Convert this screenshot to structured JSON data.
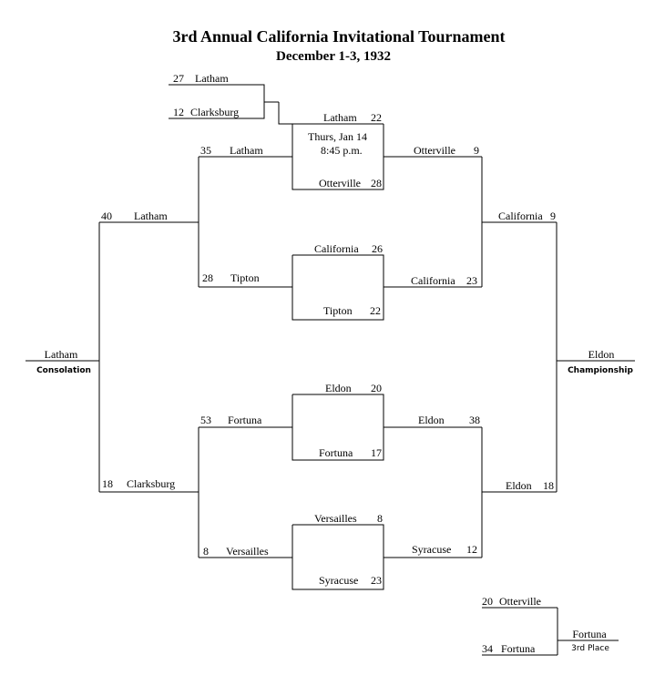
{
  "title": "3rd Annual California Invitational Tournament",
  "subtitle": "December 1-3, 1932",
  "note_game_time_1": "Thurs, Jan 14",
  "note_game_time_2": "8:45 p.m.",
  "labels": {
    "consolation": "Consolation",
    "championship": "Championship",
    "third_place": "3rd Place"
  },
  "play_in": {
    "team1": "Latham",
    "score1": "27",
    "team2": "Clarksburg",
    "score2": "12"
  },
  "first_round": [
    {
      "team1": "Latham",
      "score1": "22",
      "team2": "Otterville",
      "score2": "28"
    },
    {
      "team1": "California",
      "score1": "26",
      "team2": "Tipton",
      "score2": "22"
    },
    {
      "team1": "Eldon",
      "score1": "20",
      "team2": "Fortuna",
      "score2": "17"
    },
    {
      "team1": "Versailles",
      "score1": "8",
      "team2": "Syracuse",
      "score2": "23"
    }
  ],
  "consolation_bracket": {
    "semi_top": {
      "team1": "Latham",
      "score1": "35",
      "team2": "Tipton",
      "score2": "28"
    },
    "semi_bottom": {
      "team1": "Fortuna",
      "score1": "53",
      "team2": "Versailles",
      "score2": "8"
    },
    "final": {
      "team1": "Latham",
      "score1": "40",
      "team2": "Clarksburg",
      "score2": "18"
    },
    "winner": "Latham"
  },
  "championship_bracket": {
    "semi_top": {
      "team1": "Otterville",
      "score1": "9",
      "team2": "California",
      "score2": "23"
    },
    "semi_bottom": {
      "team1": "Eldon",
      "score1": "38",
      "team2": "Syracuse",
      "score2": "12"
    },
    "final": {
      "team1": "California",
      "score1": "9",
      "team2": "Eldon",
      "score2": "18"
    },
    "winner": "Eldon"
  },
  "third_place": {
    "team1": "Otterville",
    "score1": "20",
    "team2": "Fortuna",
    "score2": "34",
    "winner": "Fortuna"
  }
}
